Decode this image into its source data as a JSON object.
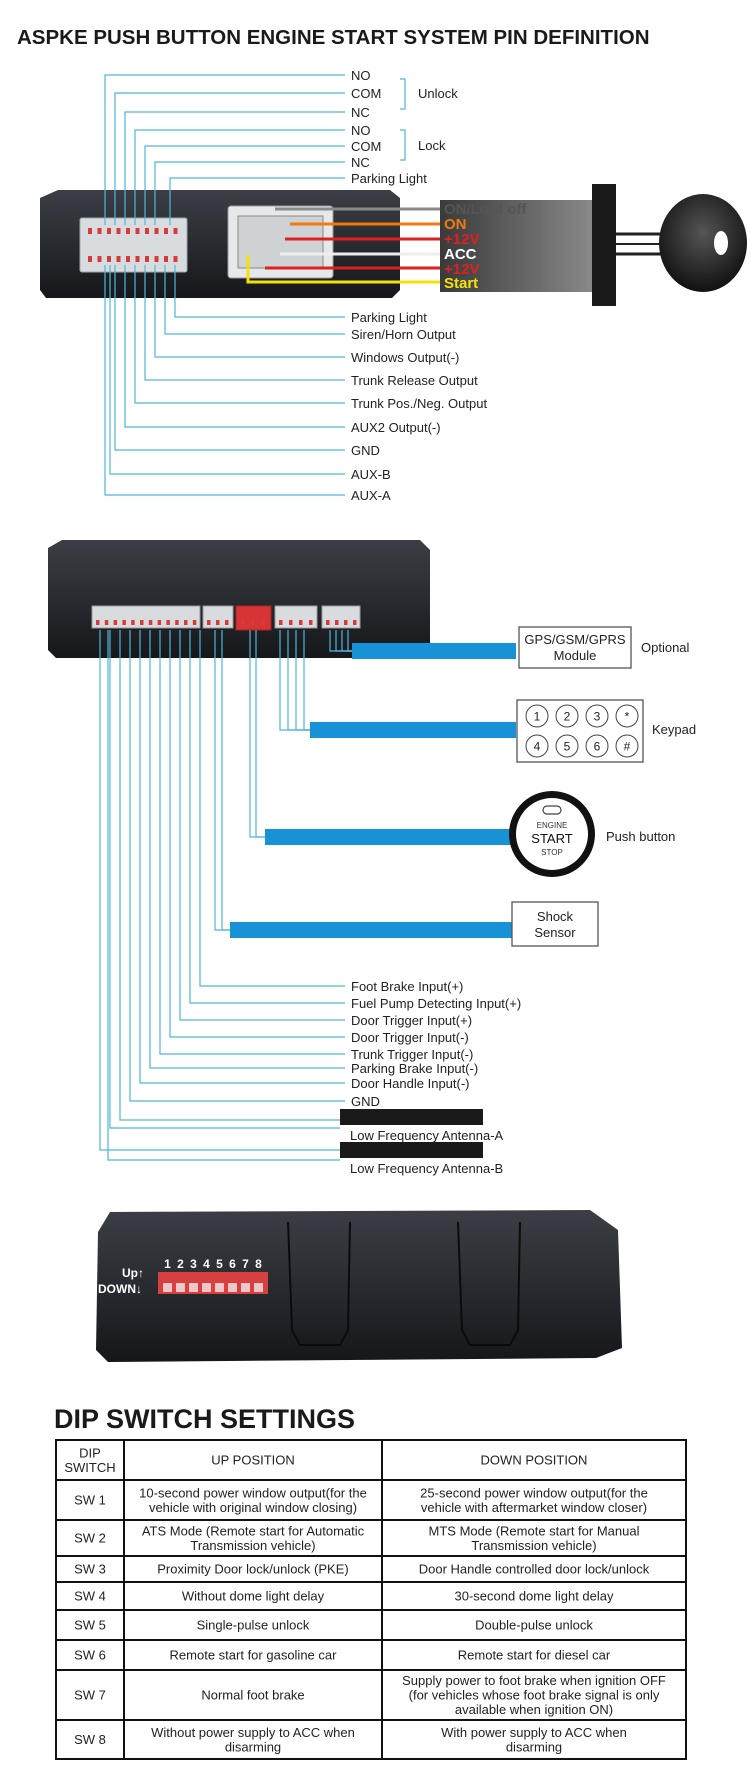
{
  "title": "ASPKE PUSH BUTTON ENGINE START SYSTEM PIN DEFINITION",
  "section1": {
    "top_labels": [
      "NO",
      "COM",
      "NC",
      "NO",
      "COM",
      "NC",
      "Parking Light"
    ],
    "group_unlock": "Unlock",
    "group_lock": "Lock",
    "bottom_labels": [
      "Parking Light",
      "Siren/Horn Output",
      "Windows Output(-)",
      "Trunk Release Output",
      "Trunk Pos./Neg. Output",
      "AUX2 Output(-)",
      "GND",
      "AUX-B",
      "AUX-A"
    ],
    "ignition_labels": [
      {
        "text": "ON/Lout off",
        "color": "#555555"
      },
      {
        "text": "ON",
        "color": "#f07a10"
      },
      {
        "text": "+12V",
        "color": "#e02020"
      },
      {
        "text": "ACC",
        "color": "#ffffff"
      },
      {
        "text": "+12V",
        "color": "#e02020"
      },
      {
        "text": "Start",
        "color": "#f5e10a"
      }
    ]
  },
  "section2": {
    "gps_box": [
      "GPS/GSM/GPRS",
      "Module"
    ],
    "optional": "Optional",
    "keypad_keys": [
      "1",
      "2",
      "3",
      "*",
      "4",
      "5",
      "6",
      "#"
    ],
    "keypad_label": "Keypad",
    "push_button_lines": [
      "ENGINE",
      "START",
      "STOP"
    ],
    "push_button_label": "Push button",
    "shock_box": [
      "Shock",
      "Sensor"
    ],
    "input_labels": [
      "Foot Brake Input(+)",
      "Fuel Pump Detecting Input(+)",
      "Door Trigger Input(+)",
      "Door Trigger Input(-)",
      "Trunk Trigger Input(-)",
      "Parking Brake Input(-)",
      "Door Handle Input(-)",
      "GND"
    ],
    "antenna_a": "Low Frequency Antenna-A",
    "antenna_b": "Low Frequency Antenna-B"
  },
  "section3": {
    "up": "Up↑",
    "down": "DOWN↓",
    "switch_numbers": [
      "1",
      "2",
      "3",
      "4",
      "5",
      "6",
      "7",
      "8"
    ]
  },
  "dip": {
    "title": "DIP SWITCH SETTINGS",
    "headers": [
      "DIP\nSWITCH",
      "UP POSITION",
      "DOWN POSITION"
    ],
    "rows": [
      [
        "SW 1",
        "10-second power window output(for the\nvehicle with original window closing)",
        "25-second power window output(for the\nvehicle with aftermarket window closer)"
      ],
      [
        "SW 2",
        "ATS Mode (Remote start for Automatic\nTransmission vehicle)",
        "MTS Mode (Remote start for Manual\nTransmission vehicle)"
      ],
      [
        "SW 3",
        "Proximity Door lock/unlock (PKE)",
        "Door Handle controlled door lock/unlock"
      ],
      [
        "SW 4",
        "Without dome light delay",
        "30-second dome light delay"
      ],
      [
        "SW 5",
        "Single-pulse unlock",
        "Double-pulse unlock"
      ],
      [
        "SW 6",
        "Remote start for gasoline car",
        "Remote start for diesel car"
      ],
      [
        "SW 7",
        "Normal foot brake",
        "Supply power to foot brake when ignition OFF\n(for vehicles whose foot brake signal is only\navailable when ignition ON)"
      ],
      [
        "SW 8",
        "Without power supply to ACC when\ndisarming",
        "With power supply to ACC when\ndisarming"
      ]
    ]
  }
}
